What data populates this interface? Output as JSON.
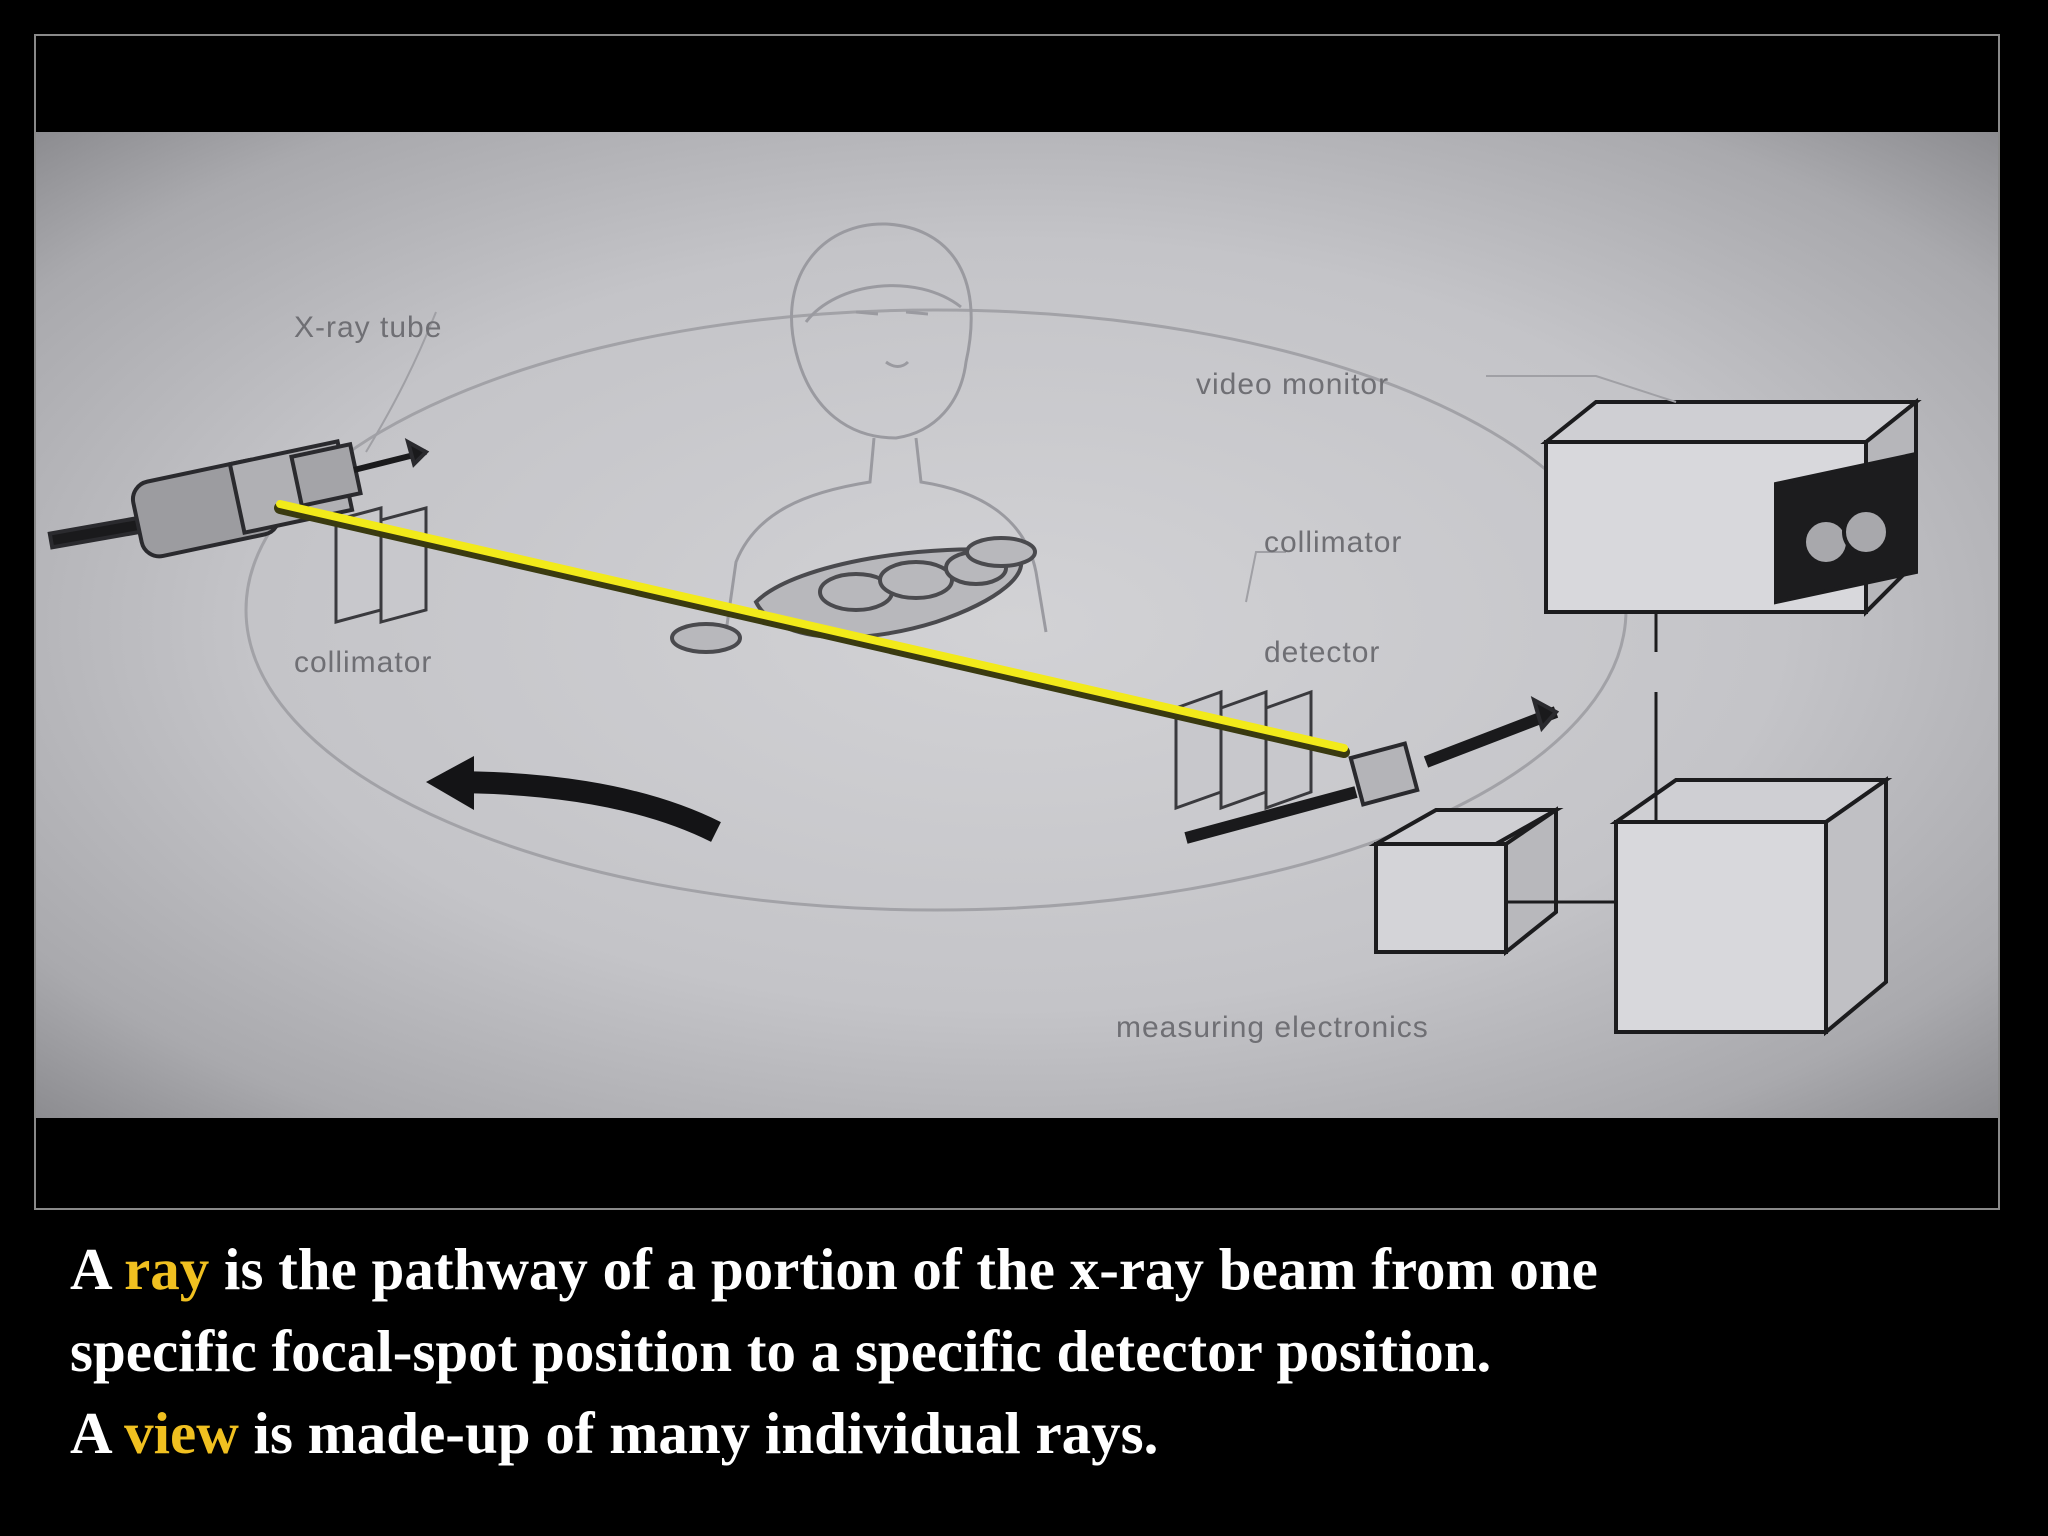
{
  "figure": {
    "labels": {
      "xray_tube": "X-ray tube",
      "video_monitor": "video monitor",
      "collimator_left": "collimator",
      "collimator_right": "collimator",
      "detector": "detector",
      "measuring_electronics": "measuring electronics"
    },
    "ray_color": "#f2ea1a"
  },
  "caption": {
    "line1": {
      "a": "A",
      "highlight": "ray",
      "rest": "is the pathway of a portion of the x-ray beam from one"
    },
    "line2": "specific focal-spot position to a specific detector position.",
    "line3": {
      "a": "A",
      "highlight": "view",
      "rest": "is made-up of many individual rays."
    },
    "highlight_color": "#f0c020"
  }
}
